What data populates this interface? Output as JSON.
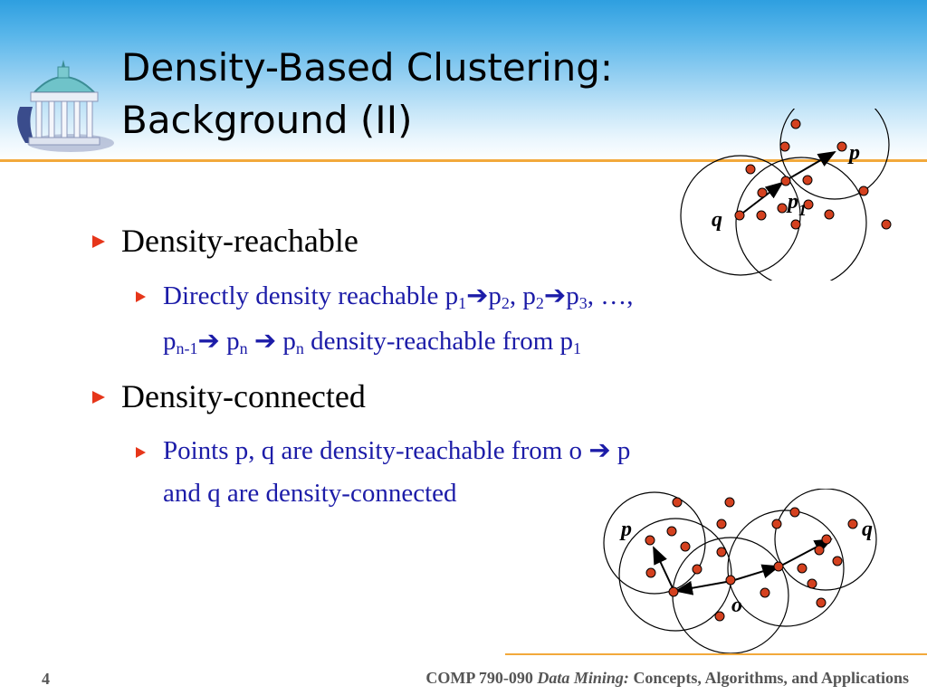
{
  "slide": {
    "title_line1": "Density-Based Clustering:",
    "title_line2": "Background (II)",
    "bullets": [
      {
        "text": "Density-reachable",
        "sub": {
          "line1_parts": [
            "Directly density reachable p",
            "1",
            "p",
            "2",
            ", p",
            "2",
            "p",
            "3",
            ", …,"
          ],
          "line2_parts": [
            "p",
            "n-1",
            " p",
            "n",
            " p",
            "n",
            " density-reachable from p",
            "1"
          ]
        }
      },
      {
        "text": "Density-connected",
        "sub": {
          "line1_parts": [
            "Points p, q are density-reachable from o",
            " p"
          ],
          "line2": "and q are density-connected"
        }
      }
    ],
    "figure1_labels": {
      "p": "p",
      "p1": "p",
      "p1_sub": "1",
      "q": "q"
    },
    "figure2_labels": {
      "p": "p",
      "q": "q",
      "o": "o"
    }
  },
  "footer": {
    "page_number": "4",
    "course": "COMP 790-090 ",
    "italic": "Data Mining:",
    "rest": " Concepts, Algorithms, and Applications"
  },
  "colors": {
    "accent": "#f2a93b",
    "bullet": "#e6361a",
    "subtext": "#1c1ca8",
    "point": "#d4411f"
  },
  "icons": {
    "logo": "old-well-icon",
    "bullet": "triangle-bullet-icon",
    "arrow": "right-arrow-icon"
  }
}
